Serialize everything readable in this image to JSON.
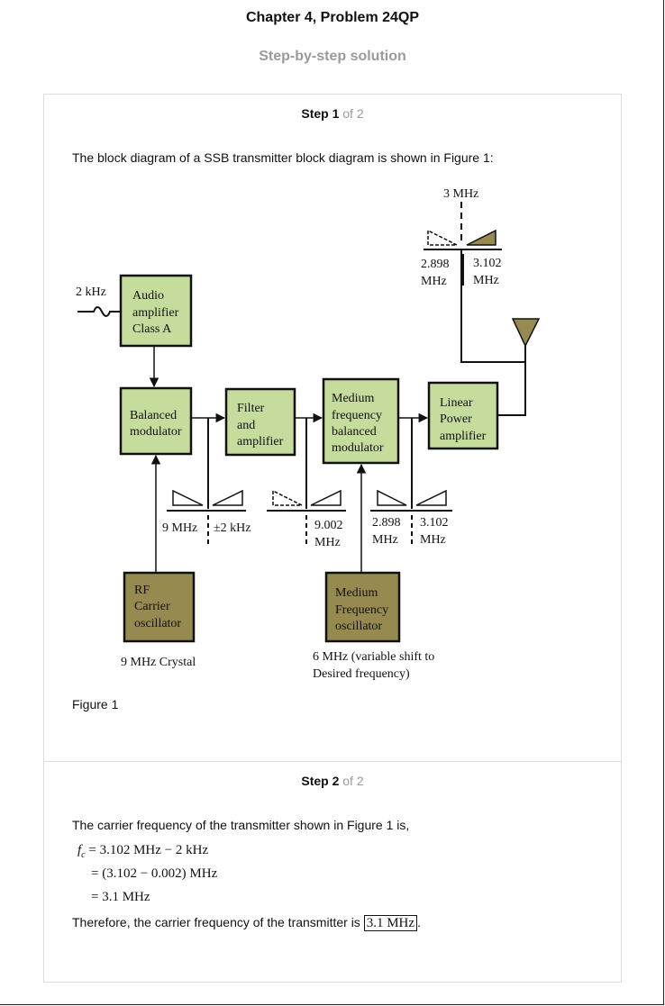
{
  "header": {
    "title": "Chapter 4, Problem 24QP",
    "subtitle": "Step-by-step solution"
  },
  "step1": {
    "label": "Step 1",
    "of": "of 2",
    "intro": "The block diagram of a SSB transmitter block diagram is shown in Figure 1:",
    "figure_caption": "Figure 1",
    "diagram": {
      "input_freq": "2 kHz",
      "audio_amp": [
        "Audio",
        "amplifier",
        "Class A"
      ],
      "balanced_mod": [
        "Balanced",
        "modulator"
      ],
      "filter_amp": [
        "Filter",
        "and",
        "amplifier"
      ],
      "mf_bal_mod": [
        "Medium",
        "frequency",
        "balanced",
        "modulator"
      ],
      "linear_amp": [
        "Linear",
        "Power",
        "amplifier"
      ],
      "rf_osc": [
        "RF",
        "Carrier",
        "oscillator"
      ],
      "mf_osc": [
        "Medium",
        "Frequency",
        "oscillator"
      ],
      "rf_osc_note": "9 MHz Crystal",
      "mf_osc_note": [
        "6 MHz (variable shift to",
        "Desired frequency)"
      ],
      "spec1": [
        "9 MHz",
        "±2 kHz"
      ],
      "spec2": [
        "9.002",
        "MHz"
      ],
      "spec3": [
        "2.898",
        "MHz",
        "3.102",
        "MHz"
      ],
      "spec4_top": "3 MHz",
      "spec4": [
        "2.898",
        "MHz",
        "3.102",
        "MHz"
      ],
      "colors": {
        "block_light": "#c5dc9c",
        "block_dark": "#968a50",
        "outline": "#111111"
      }
    }
  },
  "step2": {
    "label": "Step 2",
    "of": "of 2",
    "intro": "The carrier frequency of the transmitter shown in Figure 1 is,",
    "eq1_lhs": "f",
    "eq1_sub": "c",
    "eq1_rhs": "= 3.102 MHz − 2 kHz",
    "eq2": "= (3.102 − 0.002)  MHz",
    "eq3": "= 3.1 MHz",
    "conclusion": "Therefore, the carrier frequency of the transmitter is",
    "answer": "3.1 MHz",
    "end": "."
  }
}
